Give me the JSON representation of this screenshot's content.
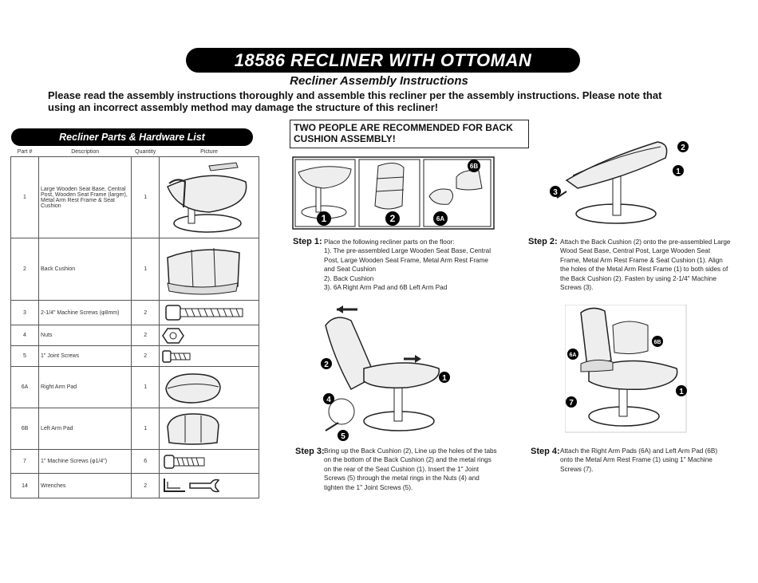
{
  "title": "18586 RECLINER WITH OTTOMAN",
  "subtitle": "Recliner Assembly Instructions",
  "intro": [
    "Please read the assembly instructions thoroughly and assemble this recliner per the assembly instructions. Please note that",
    "using an incorrect assembly method may damage the structure of this recliner!"
  ],
  "parts_list": {
    "heading": "Recliner Parts & Hardware List",
    "columns": [
      "Part #",
      "Description",
      "Quantity",
      "Picture"
    ],
    "rows": [
      {
        "part": "1",
        "description": "Large Wooden Seat Base, Central Post, Wooden Seat Frame (larger), Metal Arm Rest Frame & Seat Cushion",
        "quantity": "1",
        "icon": "seat-base-assembly-icon"
      },
      {
        "part": "2",
        "description": "Back Cushion",
        "quantity": "1",
        "icon": "back-cushion-icon"
      },
      {
        "part": "3",
        "description": "2-1/4\" Machine Screws (φ8mm)",
        "quantity": "2",
        "icon": "machine-screw-icon"
      },
      {
        "part": "4",
        "description": "Nuts",
        "quantity": "2",
        "icon": "nut-icon"
      },
      {
        "part": "5",
        "description": "1\" Joint Screws",
        "quantity": "2",
        "icon": "joint-screw-icon"
      },
      {
        "part": "6A",
        "description": "Right Arm Pad",
        "quantity": "1",
        "icon": "right-arm-pad-icon"
      },
      {
        "part": "6B",
        "description": "Left Arm Pad",
        "quantity": "1",
        "icon": "left-arm-pad-icon"
      },
      {
        "part": "7",
        "description": "1\" Machine Screws (φ1/4\")",
        "quantity": "6",
        "icon": "short-machine-screw-icon"
      },
      {
        "part": "14",
        "description": "Wrenches",
        "quantity": "2",
        "icon": "wrench-icon"
      }
    ]
  },
  "notice": "TWO PEOPLE ARE RECOMMENDED FOR BACK CUSHION ASSEMBLY!",
  "steps": [
    {
      "label": "Step 1:",
      "lines": [
        "Place the following recliner parts on the floor:",
        "1). The pre-assembled Large Wooden Seat Base, Central",
        "Post, Large  Wooden Seat Frame, Metal Arm Rest Frame",
        "and Seat Cushion",
        "2). Back Cushion",
        "3). 6A Right Arm Pad and 6B Left Arm Pad"
      ]
    },
    {
      "label": "Step 2:",
      "lines": [
        "Attach the Back Cushion (2) onto the pre-assembled Large",
        "Wood Seat Base, Central Post, Large Wooden Seat",
        "Frame, Metal Arm Rest Frame & Seat Cushion (1). Align",
        "the holes of the Metal Arm Rest Frame (1) to both sides of",
        "the Back Cushion (2). Fasten by using  2-1/4\" Machine",
        "Screws (3)."
      ]
    },
    {
      "label": "Step 3:",
      "lines": [
        "Bring up the Back Cushion (2), Line up the holes of the tabs",
        "on the bottom of the Back Cushion (2) and the metal rings",
        "on the rear of the Seat Cushion (1).  Insert the 1\" Joint",
        "Screws (5) through the metal rings in the Nuts (4) and",
        "tighten the 1\" Joint Screws (5)."
      ]
    },
    {
      "label": "Step 4:",
      "lines": [
        "Attach the Right Arm Pads (6A) and Left Arm Pad (6B)",
        "onto the Metal Arm Rest Frame (1) using 1\" Machine",
        "Screws (7)."
      ]
    }
  ],
  "callouts": {
    "one": "1",
    "two": "2",
    "three": "3",
    "four": "4",
    "five": "5",
    "six_a": "6A",
    "six_b": "6B",
    "seven": "7"
  }
}
